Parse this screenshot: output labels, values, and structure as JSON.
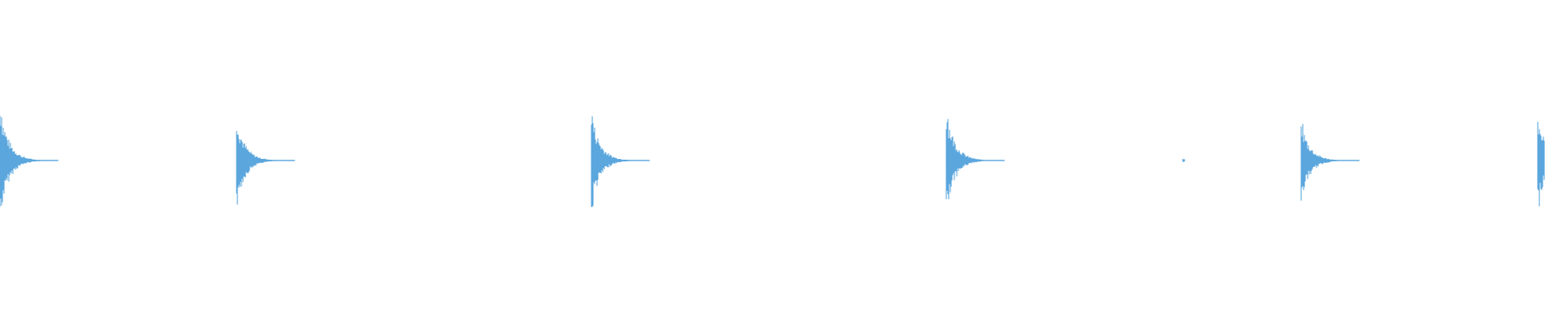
{
  "waveform": {
    "color": "#5aa6dd",
    "background": "#ffffff",
    "hits": [
      {
        "peak_up": 0.72,
        "peak_down": 0.72,
        "tail": 0.55,
        "clipped_left": true
      },
      {
        "peak_up": 0.55,
        "peak_down": 0.58,
        "tail": 0.5,
        "clipped_left": false
      },
      {
        "peak_up": 0.62,
        "peak_down": 0.6,
        "tail": 0.5,
        "clipped_left": false
      },
      {
        "peak_up": 0.66,
        "peak_down": 0.64,
        "tail": 0.5,
        "clipped_left": false
      },
      {
        "peak_up": 0.02,
        "peak_down": 0.02,
        "tail": 0.0,
        "clipped_left": false
      },
      {
        "peak_up": 0.5,
        "peak_down": 0.52,
        "tail": 0.5,
        "clipped_left": false
      },
      {
        "peak_up": 0.58,
        "peak_down": 0.58,
        "tail": 0.15,
        "clipped_left": false
      }
    ]
  }
}
